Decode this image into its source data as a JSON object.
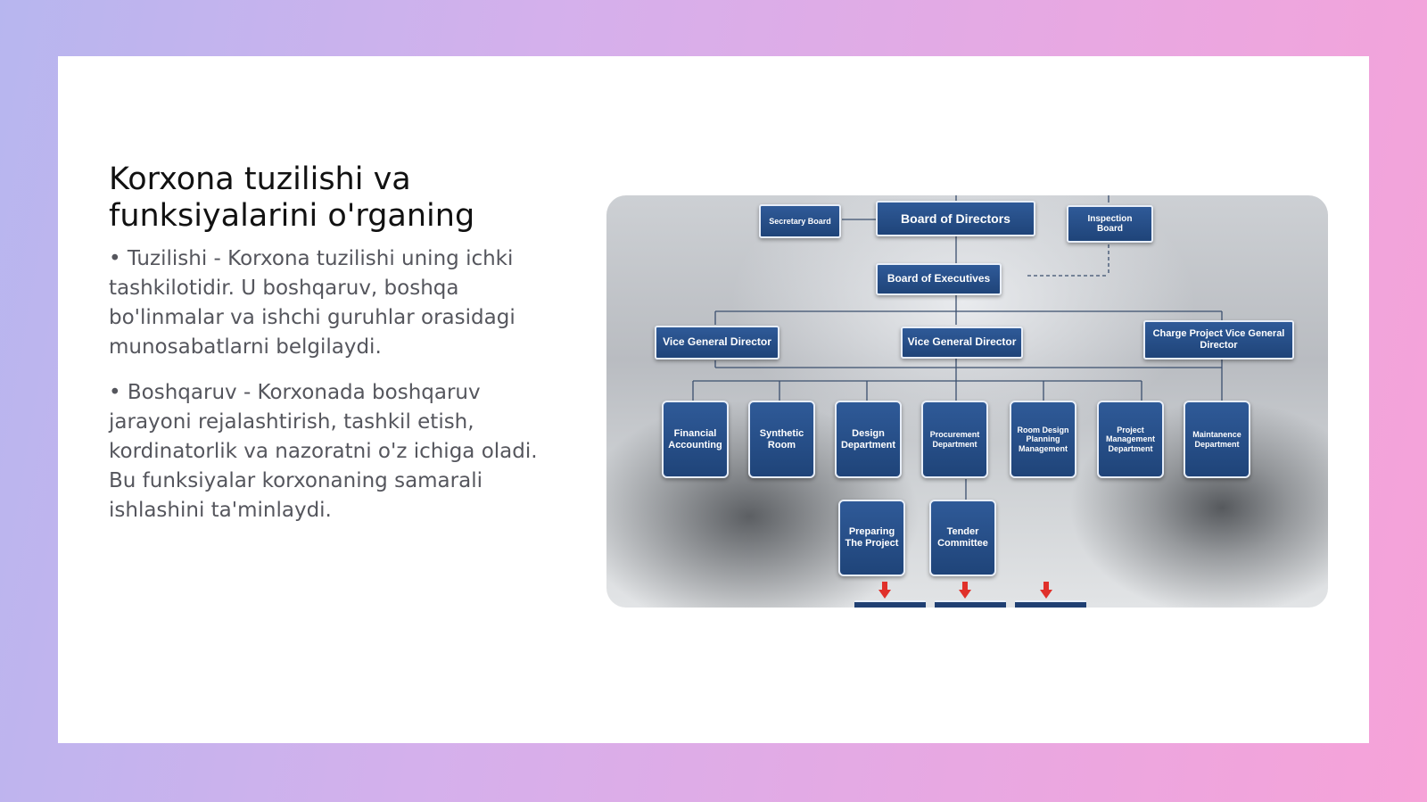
{
  "slide": {
    "title": "Korxona tuzilishi va funksiyalarini o'rganing",
    "paragraphs": [
      "• Tuzilishi - Korxona tuzilishi uning ichki tashkilotidir. U boshqaruv, boshqa bo'linmalar va ishchi guruhlar orasidagi munosabatlarni belgilaydi.",
      "• Boshqaruv - Korxonada boshqaruv jarayoni rejalashtirish, tashkil etish, kordinatorlik va nazoratni o'z ichiga oladi. Bu funksiyalar korxonaning samarali ishlashini ta'minlaydi."
    ]
  },
  "org_chart": {
    "secretary_board": "Secretary Board",
    "board_of_directors": "Board of Directors",
    "inspection_board": "Inspection Board",
    "board_of_executives": "Board of Executives",
    "vice_directors": [
      "Vice General Director",
      "Vice General Director",
      "Charge Project Vice General Director"
    ],
    "departments": [
      "Financial Accounting",
      "Synthetic Room",
      "Design Department",
      "Procurement Department",
      "Room Design Planning Management",
      "Project Management Department",
      "Maintanence Department"
    ],
    "sub_units": [
      "Preparing The Project",
      "Tender Committee"
    ]
  },
  "colors": {
    "node_blue": "#28508b",
    "arrow_red": "#e0302a",
    "title_text": "#111111",
    "body_text": "#55565d"
  }
}
